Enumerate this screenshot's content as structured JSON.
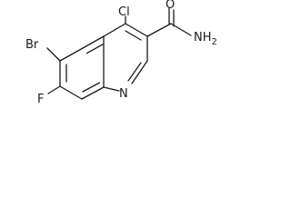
{
  "molecule": {
    "atoms": {
      "br": "Br",
      "cl": "Cl",
      "f": "F",
      "n": "N",
      "nh2": "NH",
      "nh2_sub": "2",
      "o": "O"
    }
  }
}
